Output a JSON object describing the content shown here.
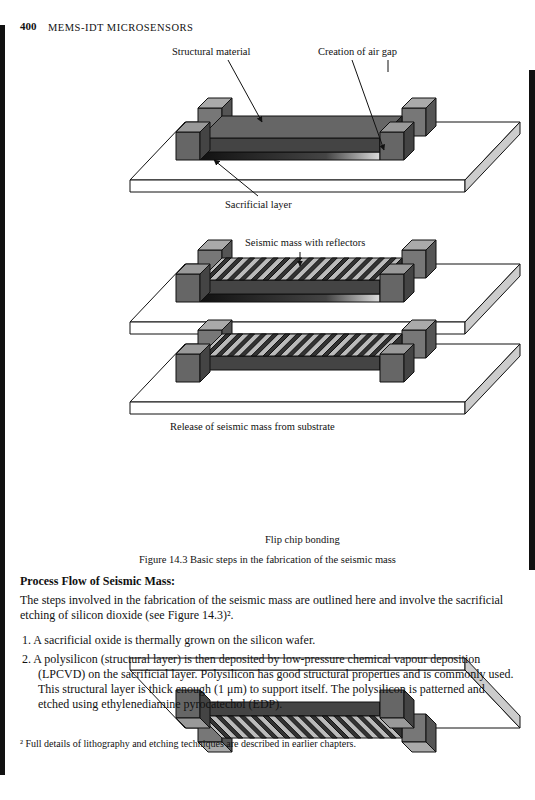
{
  "diagram": {
    "caption": "Figure 14.3 Basic steps in the fabrication of the seismic mass",
    "labels": [
      "400",
      "MEMS-IDT MICROSENSORS",
      "Structural material",
      "Creation of air gap",
      "Sacrificial layer",
      "Seismic mass with reflectors",
      "Release of seismic mass from substrate",
      "Flip chip bonding",
      "Process Flow of Seismic Mass:",
      "The steps involved in the fabrication of the seismic mass are outlined here and involve the sacrificial etching of silicon dioxide (see Figure 14.3)².",
      "1. A sacrificial oxide is thermally grown on the silicon wafer.",
      "2. A polysilicon (structural layer) is then deposited by low-pressure chemical vapour deposition (LPCVD) on the sacrificial layer. Polysilicon has good structural properties and is commonly used. This structural layer is thick enough (1 μm) to support itself. The polysilicon is patterned and etched using ethylenediamine pyrocatechol (EDP).",
      "² Full details of lithography and etching techniques are described in earlier chapters."
    ]
  }
}
